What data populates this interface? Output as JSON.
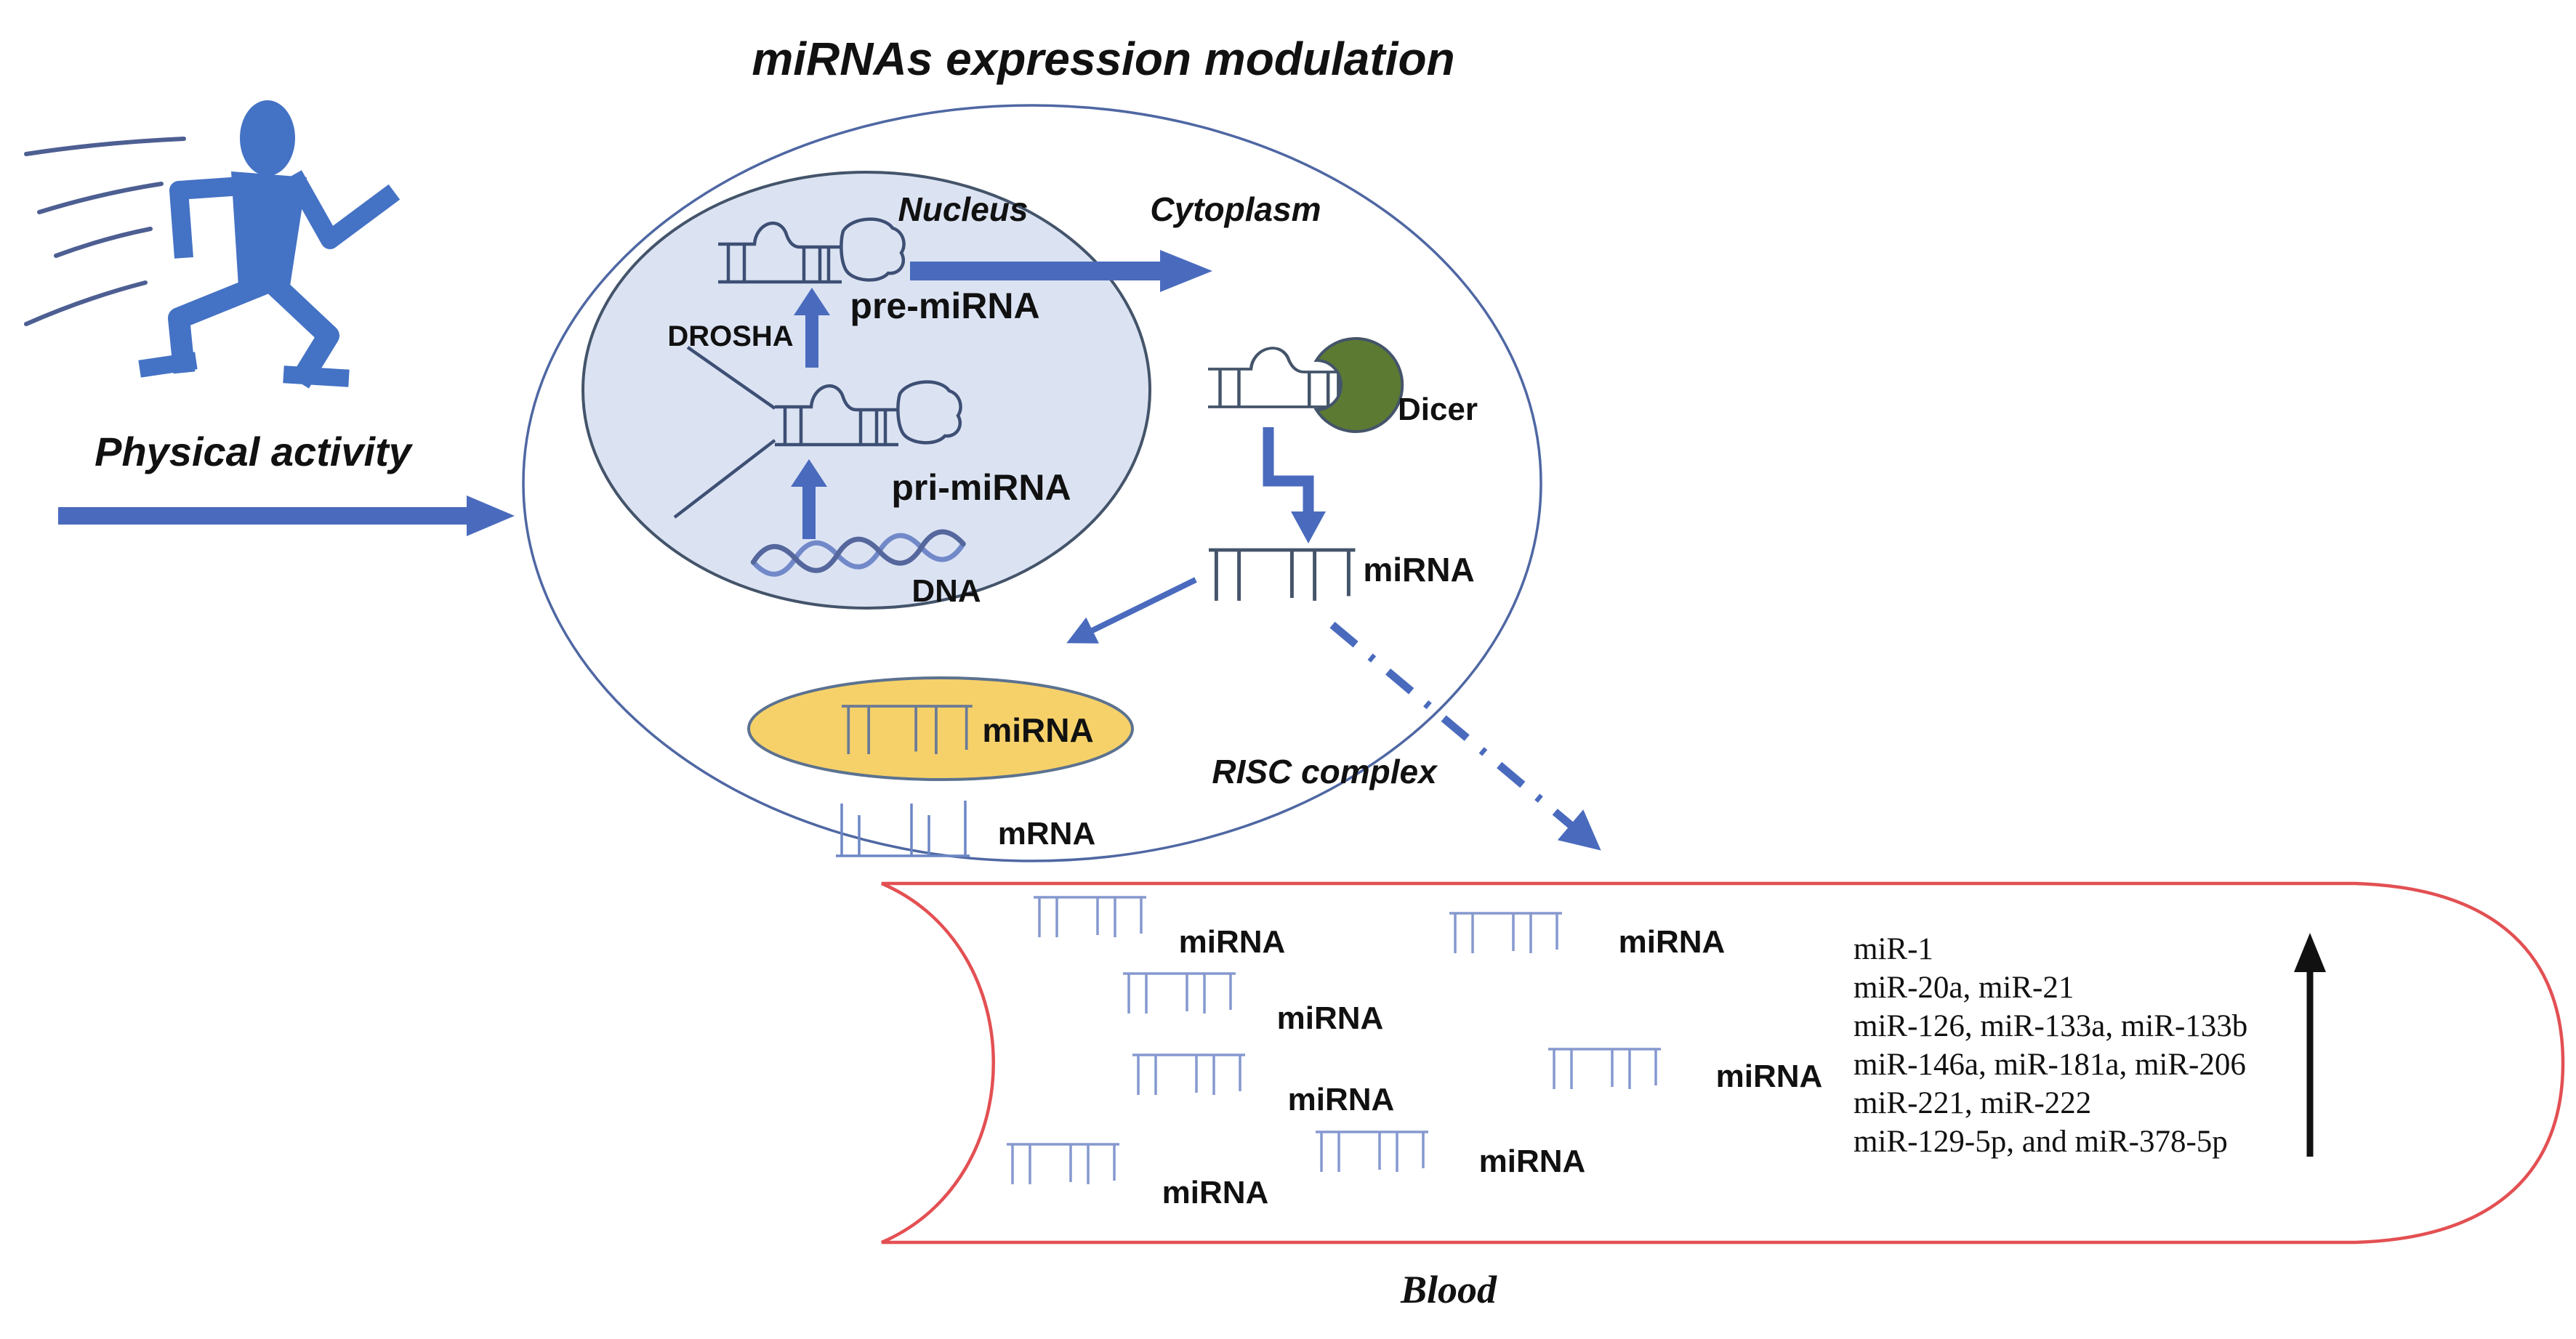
{
  "title": "miRNAs expression modulation",
  "physical_activity": {
    "label": "Physical activity"
  },
  "cell": {
    "nucleus": {
      "label": "Nucleus",
      "drosha": "DROSHA",
      "pre_mirna": "pre-miRNA",
      "pri_mirna": "pri-miRNA",
      "dna": "DNA"
    },
    "cytoplasm": {
      "label": "Cytoplasm",
      "dicer": "Dicer",
      "mirna": "miRNA"
    },
    "risc": {
      "mirna": "miRNA",
      "label": "RISC complex",
      "mrna": "mRNA"
    }
  },
  "blood": {
    "label": "Blood",
    "particles": [
      {
        "label": "miRNA"
      },
      {
        "label": "miRNA"
      },
      {
        "label": "miRNA"
      },
      {
        "label": "miRNA"
      },
      {
        "label": "miRNA"
      },
      {
        "label": "miRNA"
      },
      {
        "label": "miRNA"
      }
    ],
    "mir_list": [
      "miR-1",
      "miR-20a, miR-21",
      "miR-126, miR-133a, miR-133b",
      "miR-146a, miR-181a, miR-206",
      "miR-221, miR-222",
      "miR-129-5p, and miR-378-5p"
    ]
  },
  "icons": {
    "runner": "runner-icon",
    "up_arrow": "up-arrow-icon"
  },
  "colors": {
    "accent_blue": "#4472c4",
    "structure_blue": "#44546a",
    "comb_blue": "#8598cf",
    "dicer_green": "#5d7a33",
    "risc_yellow": "#f6d169",
    "nucleus_fill": "#dbe3f3",
    "vessel_red": "#e35053",
    "text_black": "#111111"
  }
}
